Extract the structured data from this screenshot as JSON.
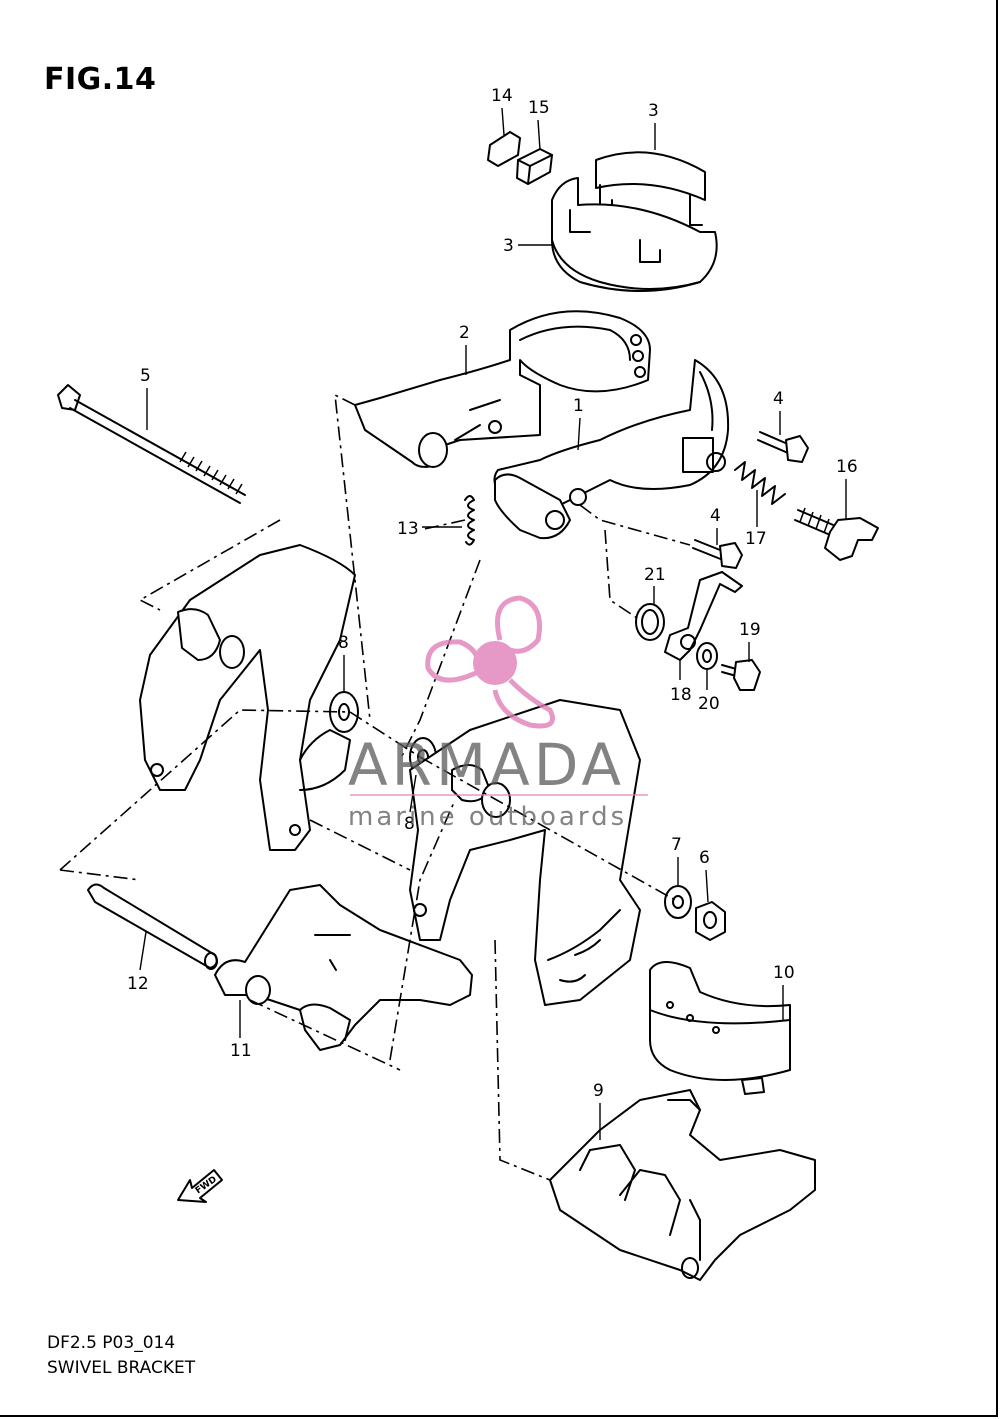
{
  "figure": {
    "title": "FIG.14",
    "code": "DF2.5 P03_014",
    "name": "SWIVEL BRACKET"
  },
  "callouts": [
    "1",
    "2",
    "3",
    "3",
    "4",
    "4",
    "5",
    "6",
    "7",
    "8",
    "8",
    "9",
    "10",
    "11",
    "12",
    "13",
    "14",
    "15",
    "16",
    "17",
    "18",
    "19",
    "20",
    "21"
  ],
  "watermark": {
    "brand": "ARMADA",
    "tagline": "marine outboards",
    "logo_color": "#e07fb8"
  },
  "direction_badge": "FWD"
}
